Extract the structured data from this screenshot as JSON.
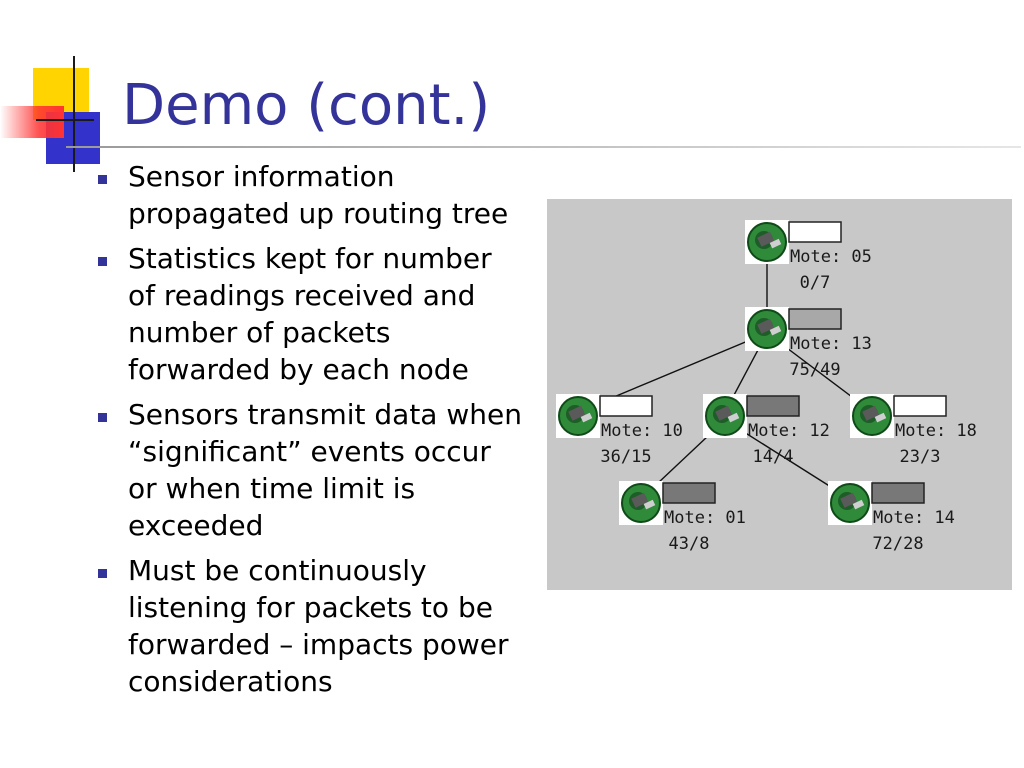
{
  "slide": {
    "title": "Demo (cont.)",
    "bullets": [
      "Sensor information propagated up routing tree",
      "Statistics kept for number of readings received and number of packets forwarded by each node",
      "Sensors transmit data when “significant” events occur or when time limit is exceeded",
      "Must be continuously listening for packets to be forwarded – impacts power considerations"
    ]
  },
  "colors": {
    "title": "#333399",
    "bullet_marker": "#333399",
    "panel_background": "#c8c8c8",
    "link": "#111111",
    "decor_yellow": "#ffd400",
    "decor_red": "#ff3333",
    "decor_blue": "#3333cc"
  },
  "network": {
    "nodes": [
      {
        "id": "05",
        "label": "Mote: 05",
        "stats": "0/7",
        "indicator": "white"
      },
      {
        "id": "13",
        "label": "Mote: 13",
        "stats": "75/49",
        "indicator": "light-gray"
      },
      {
        "id": "10",
        "label": "Mote: 10",
        "stats": "36/15",
        "indicator": "white"
      },
      {
        "id": "12",
        "label": "Mote: 12",
        "stats": "14/4",
        "indicator": "dark-gray"
      },
      {
        "id": "18",
        "label": "Mote: 18",
        "stats": "23/3",
        "indicator": "white"
      },
      {
        "id": "01",
        "label": "Mote: 01",
        "stats": "43/8",
        "indicator": "dark-gray"
      },
      {
        "id": "14",
        "label": "Mote: 14",
        "stats": "72/28",
        "indicator": "dark-gray"
      }
    ],
    "links": [
      {
        "from": "13",
        "to": "05"
      },
      {
        "from": "10",
        "to": "13"
      },
      {
        "from": "12",
        "to": "13"
      },
      {
        "from": "18",
        "to": "13"
      },
      {
        "from": "01",
        "to": "12"
      },
      {
        "from": "14",
        "to": "12"
      }
    ]
  }
}
